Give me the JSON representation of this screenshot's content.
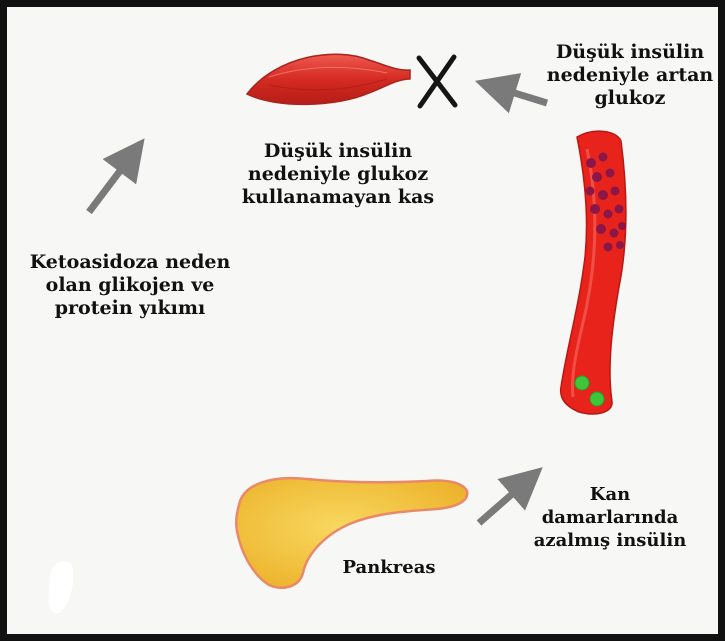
{
  "labels": {
    "muscle": [
      "Düşük insülin",
      "nedeniyle glukoz",
      "kullanamayan kas"
    ],
    "glucose": [
      "Düşük insülin",
      "nedeniyle artan",
      "glukoz"
    ],
    "ketoacidosis": [
      "Ketoasidoza neden",
      "olan glikojen ve",
      "protein yıkımı"
    ],
    "blood_insulin": [
      "Kan",
      "damarlarında",
      "azalmış insülin"
    ],
    "pancreas": "Pankreas"
  },
  "colors": {
    "muscle": "#d52a22",
    "vessel": "#e8231c",
    "glucose_dot": "#8a1747",
    "insulin_dot": "#3ec63a",
    "pancreas": "#f2c13a",
    "arrow": "#7a7a7a",
    "block_mark": "#151515"
  },
  "icons": {
    "block": "x-mark-icon"
  }
}
